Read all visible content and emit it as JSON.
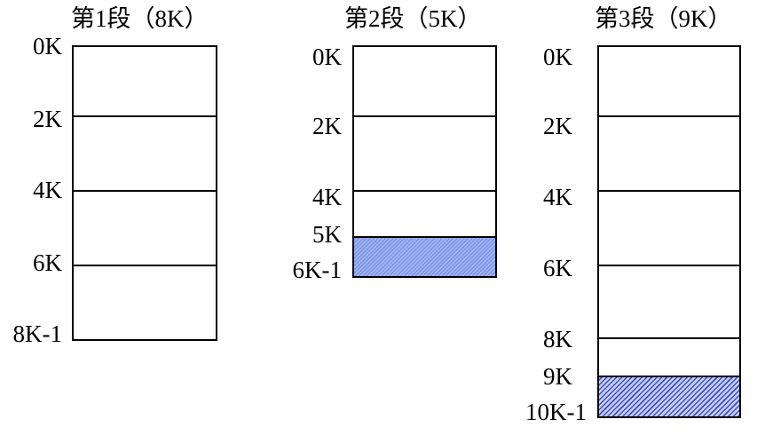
{
  "colors": {
    "line": "#000000",
    "unused_fill_seg2": "#9db1f2",
    "unused_fill_seg3": "#3d4fc0"
  },
  "segments": [
    {
      "title": "第1段（8K）",
      "labels": [
        "0K",
        "2K",
        "4K",
        "6K",
        "8K-1"
      ]
    },
    {
      "title": "第2段（5K）",
      "labels": [
        "0K",
        "2K",
        "4K",
        "5K",
        "6K-1"
      ]
    },
    {
      "title": "第3段（9K）",
      "labels": [
        "0K",
        "2K",
        "4K",
        "6K",
        "8K",
        "9K",
        "10K-1"
      ]
    }
  ]
}
